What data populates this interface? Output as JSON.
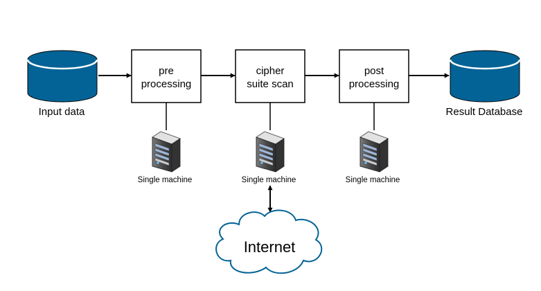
{
  "nodes": {
    "input": {
      "label": "Input data"
    },
    "pre": {
      "line1": "pre",
      "line2": "processing"
    },
    "scan": {
      "line1": "cipher",
      "line2": "suite scan"
    },
    "post": {
      "line1": "post",
      "line2": "processing"
    },
    "result": {
      "label": "Result Database"
    }
  },
  "servers": {
    "pre": {
      "label": "Single machine"
    },
    "scan": {
      "label": "Single machine"
    },
    "post": {
      "label": "Single machine"
    }
  },
  "cloud": {
    "label": "Internet"
  },
  "colors": {
    "database_fill": "#036396",
    "database_stroke": "#000000",
    "edge": "#000000",
    "server_body": "#5a5a5a"
  },
  "icons": {
    "database": "database-icon",
    "server": "server-icon",
    "cloud": "cloud-icon"
  }
}
